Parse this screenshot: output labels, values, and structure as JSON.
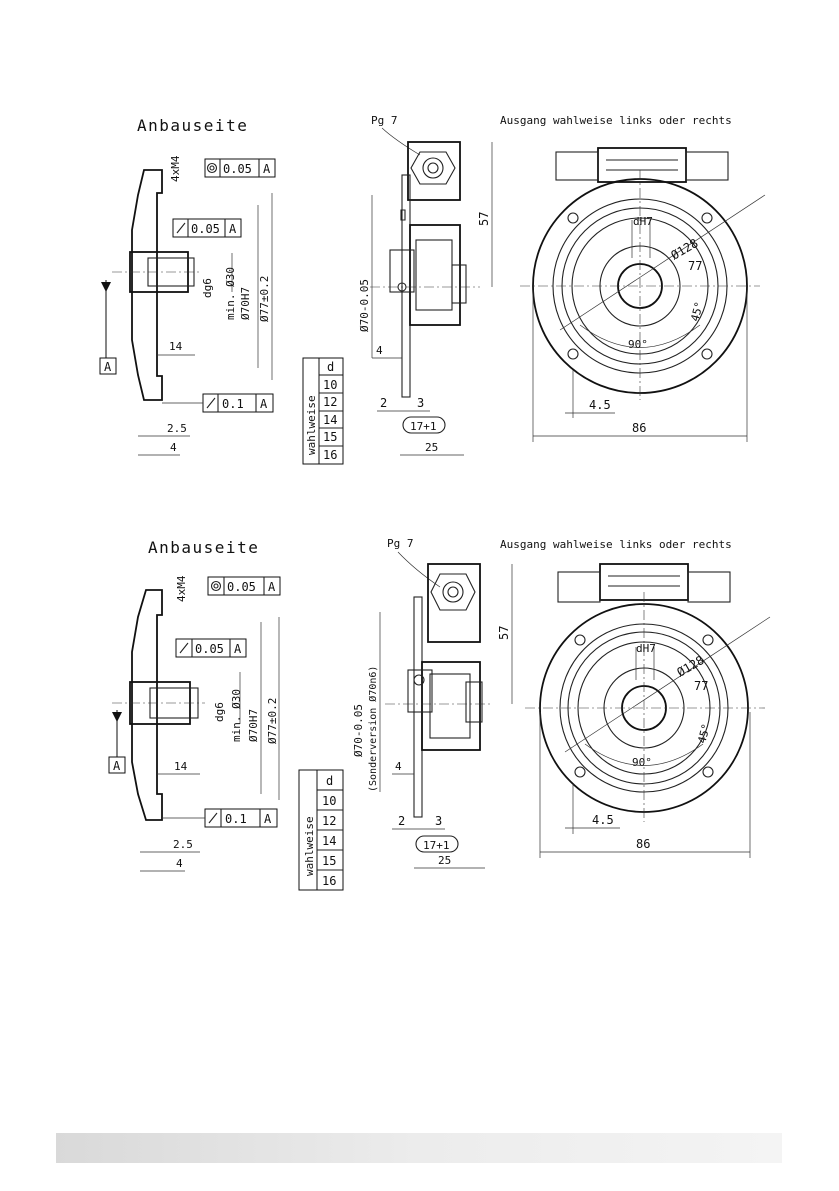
{
  "drawings": [
    {
      "id": "top",
      "title": "Anbauseite",
      "output_note": "Ausgang wahlweise links oder rechts",
      "cable_gland": "Pg 7",
      "thread": "4xM4",
      "tol_concentricity": [
        "0.05",
        "A"
      ],
      "tol_runout_upper": [
        "0.05",
        "A"
      ],
      "tol_runout_lower": [
        "0.1",
        "A"
      ],
      "datum": "A",
      "dims_side": {
        "d": "dg6",
        "min30": "min. Ø30",
        "d70": "Ø70H7",
        "d77": "Ø77±0.2",
        "len14": "14",
        "d25": "2.5",
        "d4": "4"
      },
      "dims_mid": {
        "d70": "Ø70-0.05",
        "h57": "57",
        "d4": "4",
        "d2": "2",
        "d3": "3",
        "d17": "17+1",
        "d25": "25"
      },
      "dims_front": {
        "bore": "dH7",
        "d128": "Ø128",
        "r77": "77",
        "a45": "45°",
        "a90": "90°",
        "d45": "4.5",
        "w86": "86"
      },
      "table_label": "wahlweise",
      "table_header": "d",
      "table_values": [
        "10",
        "12",
        "14",
        "15",
        "16"
      ]
    },
    {
      "id": "bottom",
      "title": "Anbauseite",
      "output_note": "Ausgang wahlweise links oder rechts",
      "cable_gland": "Pg 7",
      "thread": "4xM4",
      "tol_concentricity": [
        "0.05",
        "A"
      ],
      "tol_runout_upper": [
        "0.05",
        "A"
      ],
      "tol_runout_lower": [
        "0.1",
        "A"
      ],
      "datum": "A",
      "dims_side": {
        "d": "dg6",
        "min30": "min. Ø30",
        "d70": "Ø70H7",
        "d77": "Ø77±0.2",
        "len14": "14",
        "d25": "2.5",
        "d4": "4"
      },
      "dims_mid": {
        "d70": "Ø70-0.05",
        "d70_alt": "(Sonderversion Ø70n6)",
        "h57": "57",
        "d4": "4",
        "d2": "2",
        "d3": "3",
        "d17": "17+1",
        "d25": "25"
      },
      "dims_front": {
        "bore": "dH7",
        "d128": "Ø128",
        "r77": "77",
        "a45": "45°",
        "a90": "90°",
        "d45": "4.5",
        "w86": "86"
      },
      "table_label": "wahlweise",
      "table_header": "d",
      "table_values": [
        "10",
        "12",
        "14",
        "15",
        "16"
      ]
    }
  ]
}
